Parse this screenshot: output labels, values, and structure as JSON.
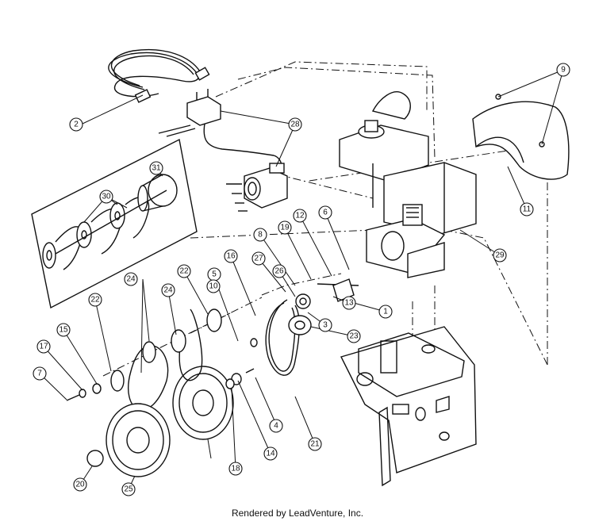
{
  "footer": {
    "rendered_by": "Rendered by LeadVenture, Inc."
  },
  "parts": [
    {
      "num": "1",
      "name": "callout-1"
    },
    {
      "num": "2",
      "name": "callout-2"
    },
    {
      "num": "3",
      "name": "callout-3"
    },
    {
      "num": "4",
      "name": "callout-4"
    },
    {
      "num": "5",
      "name": "callout-5"
    },
    {
      "num": "6",
      "name": "callout-6"
    },
    {
      "num": "7",
      "name": "callout-7"
    },
    {
      "num": "8",
      "name": "callout-8"
    },
    {
      "num": "9",
      "name": "callout-9"
    },
    {
      "num": "10",
      "name": "callout-10"
    },
    {
      "num": "11",
      "name": "callout-11"
    },
    {
      "num": "12",
      "name": "callout-12"
    },
    {
      "num": "13",
      "name": "callout-13"
    },
    {
      "num": "14",
      "name": "callout-14"
    },
    {
      "num": "15",
      "name": "callout-15"
    },
    {
      "num": "16",
      "name": "callout-16"
    },
    {
      "num": "17",
      "name": "callout-17"
    },
    {
      "num": "18",
      "name": "callout-18"
    },
    {
      "num": "19",
      "name": "callout-19"
    },
    {
      "num": "20",
      "name": "callout-20"
    },
    {
      "num": "21",
      "name": "callout-21"
    },
    {
      "num": "22",
      "name": "callout-22a"
    },
    {
      "num": "22",
      "name": "callout-22b"
    },
    {
      "num": "23",
      "name": "callout-23"
    },
    {
      "num": "24",
      "name": "callout-24a"
    },
    {
      "num": "24",
      "name": "callout-24b"
    },
    {
      "num": "25",
      "name": "callout-25"
    },
    {
      "num": "26",
      "name": "callout-26"
    },
    {
      "num": "27",
      "name": "callout-27"
    },
    {
      "num": "28",
      "name": "callout-28"
    },
    {
      "num": "29",
      "name": "callout-29"
    },
    {
      "num": "30",
      "name": "callout-30"
    },
    {
      "num": "31",
      "name": "callout-31"
    }
  ]
}
